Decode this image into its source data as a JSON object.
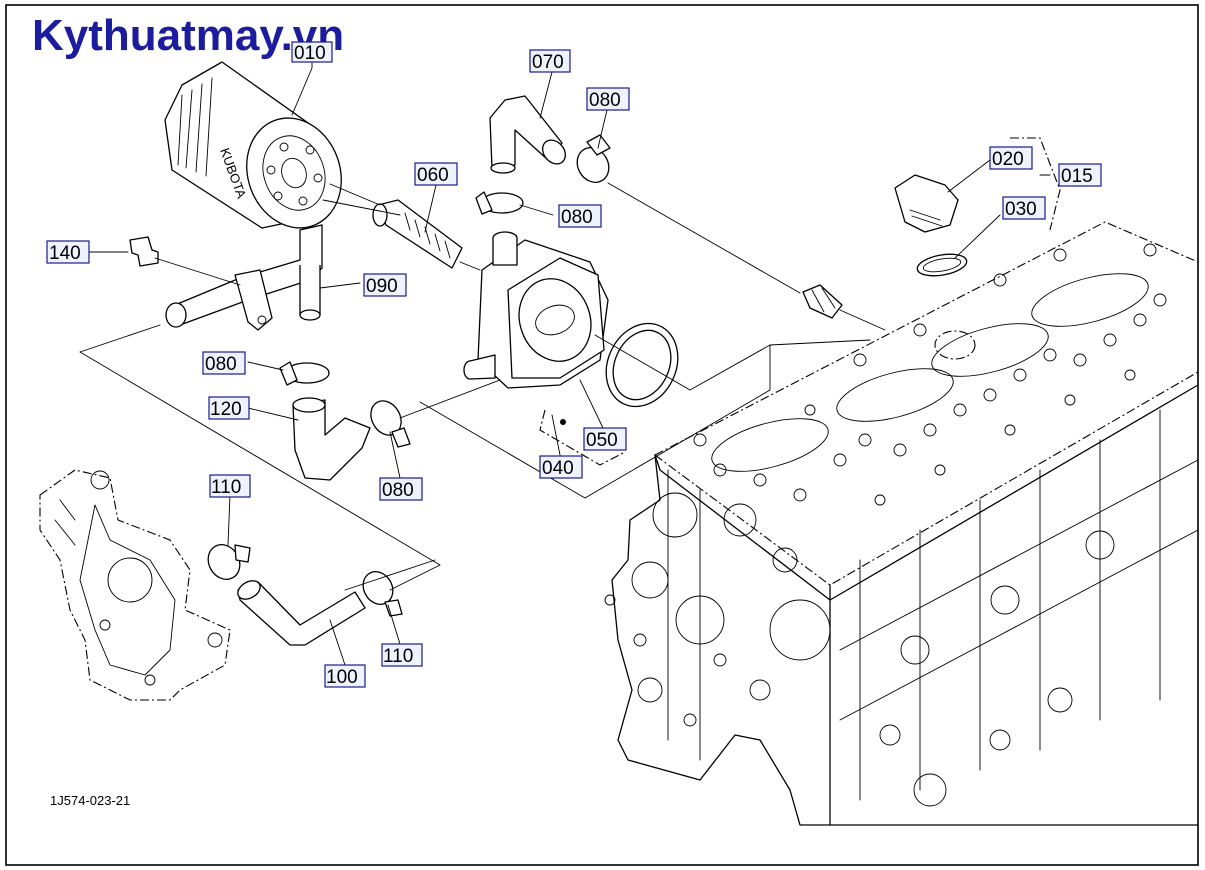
{
  "watermark": "Kythuatmay.vn",
  "drawing_code": "1J574-023-21",
  "labels": {
    "p010": "010",
    "p015": "015",
    "p020": "020",
    "p030": "030",
    "p040": "040",
    "p050": "050",
    "p060": "060",
    "p070": "070",
    "p080a": "080",
    "p080b": "080",
    "p080c": "080",
    "p080d": "080",
    "p090": "090",
    "p100": "100",
    "p110a": "110",
    "p110b": "110",
    "p120": "120",
    "p140": "140"
  },
  "filter_brand": "KUBOTA"
}
